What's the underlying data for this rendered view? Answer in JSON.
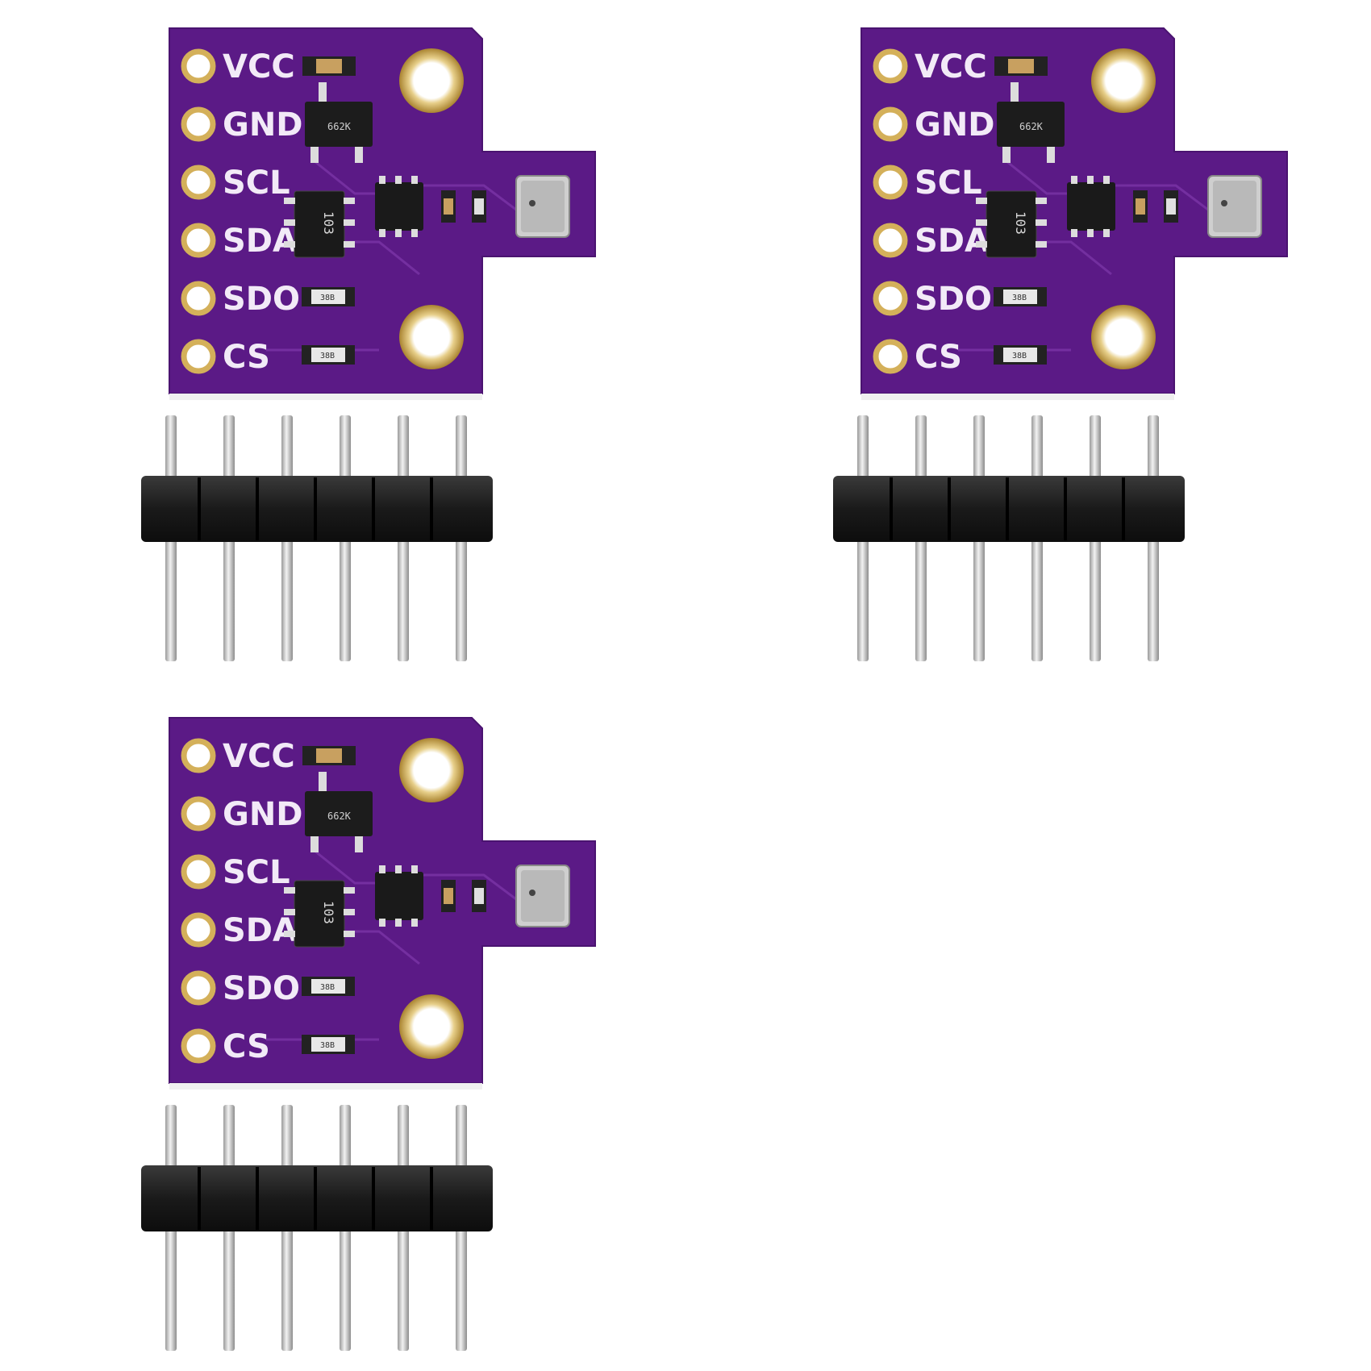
{
  "modules": [
    {
      "pins": [
        "VCC",
        "GND",
        "SCL",
        "SDA",
        "SDO",
        "CS"
      ],
      "regulator_code": "662K",
      "chip_code": "103",
      "resistor_code": "38B"
    },
    {
      "pins": [
        "VCC",
        "GND",
        "SCL",
        "SDA",
        "SDO",
        "CS"
      ],
      "regulator_code": "662K",
      "chip_code": "103",
      "resistor_code": "38B"
    },
    {
      "pins": [
        "VCC",
        "GND",
        "SCL",
        "SDA",
        "SDO",
        "CS"
      ],
      "regulator_code": "662K",
      "chip_code": "103",
      "resistor_code": "38B"
    }
  ],
  "header_pin_count": 6,
  "colors": {
    "pcb": "#5b1a86",
    "pcb_edge": "#4a1370",
    "gold": "#c9a24a",
    "silkscreen": "#f2eaf7",
    "header_plastic": "#1b1b1b",
    "pin_metal": "#cfcfcf"
  }
}
